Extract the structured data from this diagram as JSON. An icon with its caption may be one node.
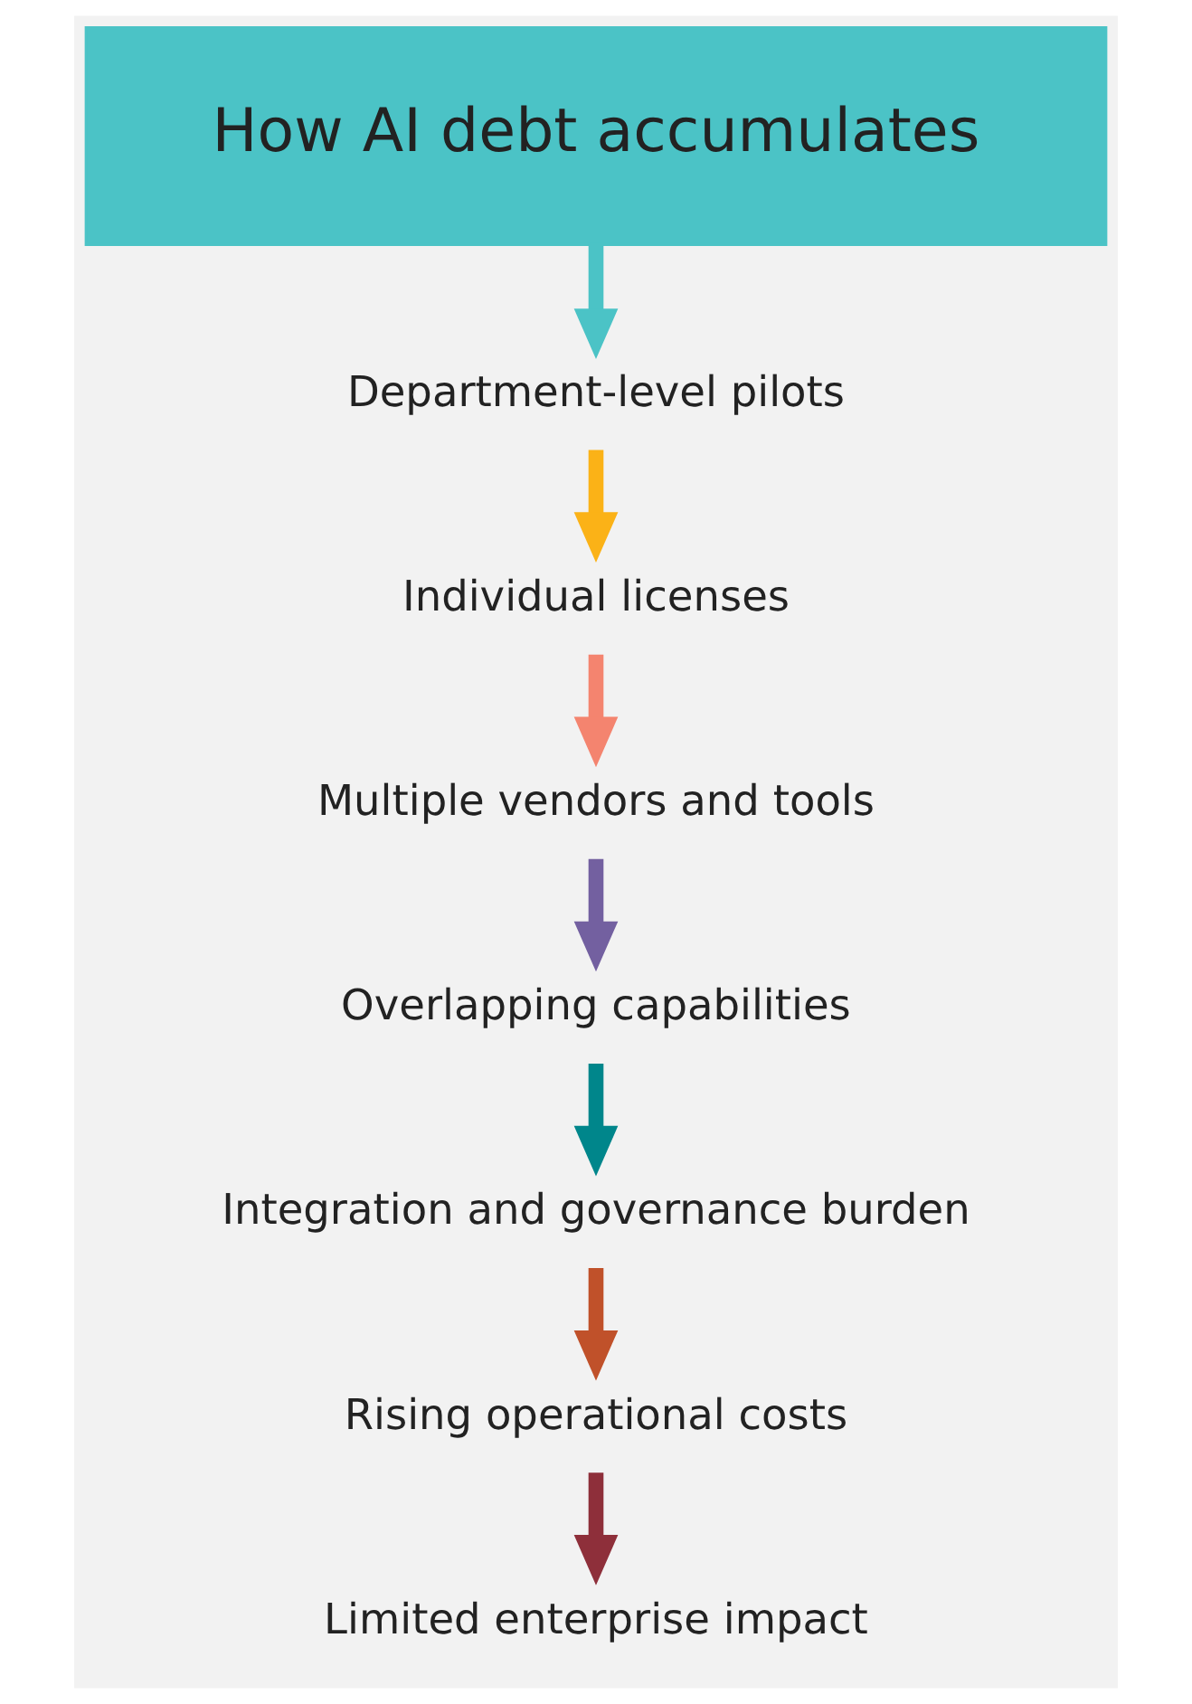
{
  "diagram": {
    "nodes": [
      {
        "text": [
          "How AI debt accumulates"
        ]
      },
      {
        "text": [
          "Department-level pilots"
        ]
      },
      {
        "text": [
          "Individual licenses"
        ]
      },
      {
        "text": [
          "Multiple vendors and tools"
        ]
      },
      {
        "text": [
          "Overlapping capabilities"
        ]
      },
      {
        "text": [
          "Integration and governance burden"
        ]
      },
      {
        "text": [
          "Rising operational costs"
        ]
      },
      {
        "text": [
          "Limited enterprise impact"
        ]
      }
    ],
    "edges": [
      {
        "from": 0,
        "to": 1,
        "arrow": "to",
        "color": "#4bc3c6"
      },
      {
        "from": 1,
        "to": 2,
        "arrow": "to",
        "color": "#fbb217"
      },
      {
        "from": 2,
        "to": 3,
        "arrow": "to",
        "color": "#f4846f"
      },
      {
        "from": 3,
        "to": 4,
        "arrow": "to",
        "color": "#7360a0"
      },
      {
        "from": 4,
        "to": 5,
        "arrow": "to",
        "color": "#00868b"
      },
      {
        "from": 5,
        "to": 6,
        "arrow": "to",
        "color": "#c0512a"
      },
      {
        "from": 6,
        "to": 7,
        "arrow": "to",
        "color": "#8e2f3a"
      }
    ]
  }
}
